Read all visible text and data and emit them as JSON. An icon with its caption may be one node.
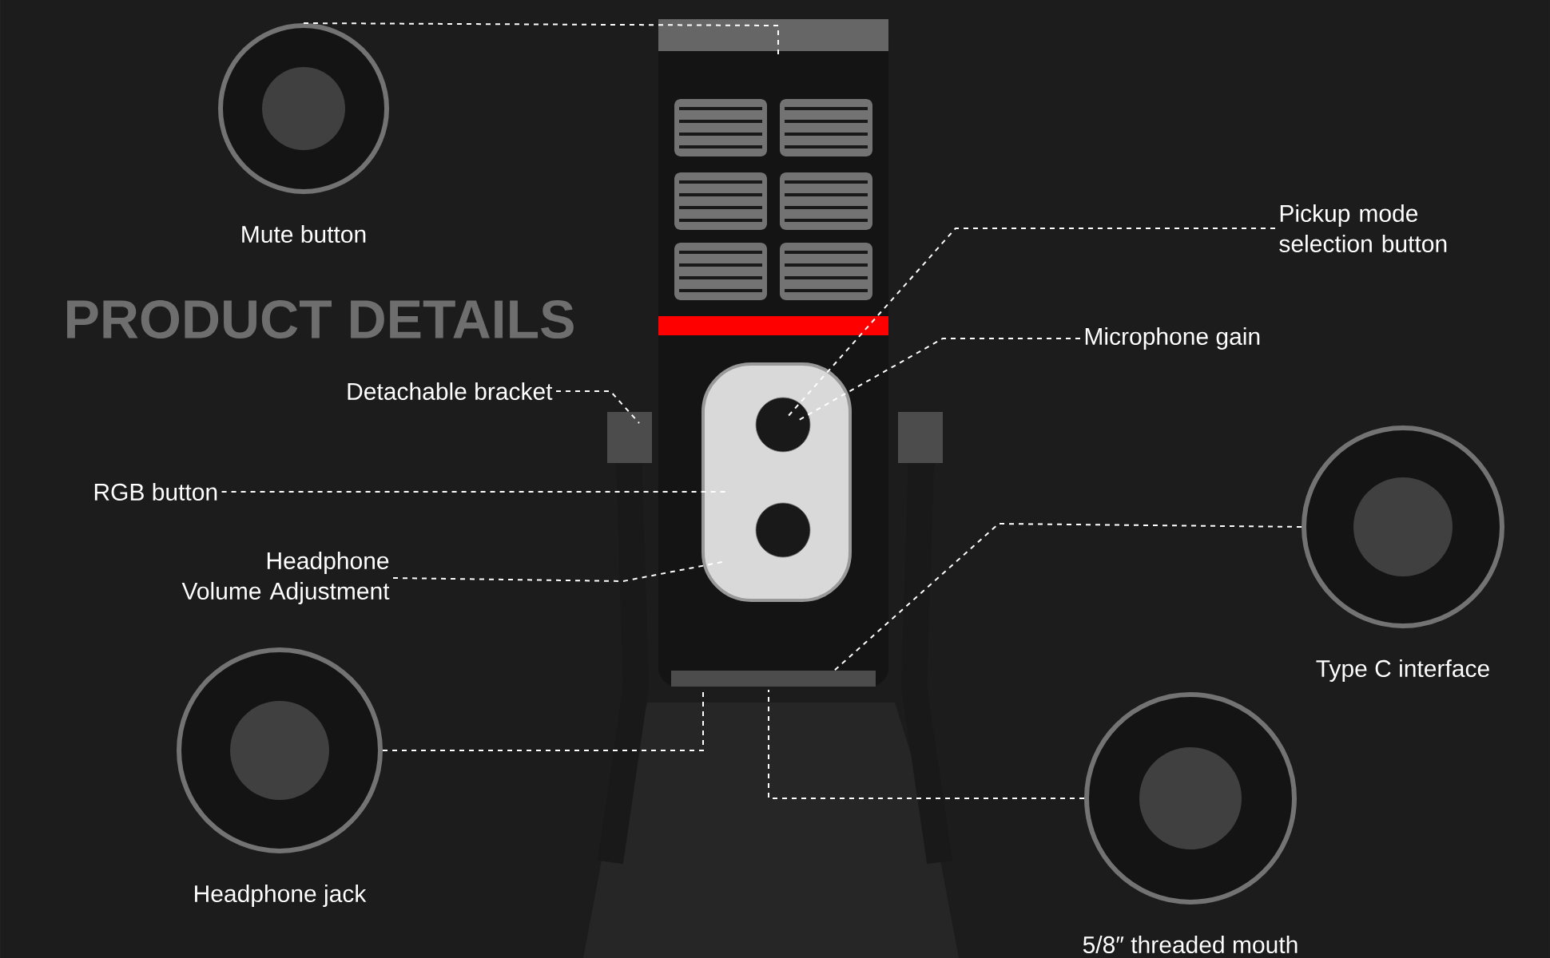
{
  "diagram": {
    "nodes": [
      {
        "text": [
          "Mute button"
        ]
      },
      {
        "text": [
          "Pickup mode selection button"
        ]
      },
      {
        "text": [
          "Microphone gain"
        ]
      },
      {
        "text": [
          "Detachable bracket"
        ]
      },
      {
        "text": [
          "RGB button"
        ]
      },
      {
        "text": [
          "Headphone Volume Adjustment"
        ]
      },
      {
        "text": [
          "Type C interface"
        ]
      },
      {
        "text": [
          "Headphone jack"
        ]
      },
      {
        "text": [
          "5/8″ threaded mouth"
        ]
      }
    ],
    "edges": [
      {
        "from": 0,
        "to": null,
        "arrow": "none",
        "style": "dashed"
      },
      {
        "from": 1,
        "to": null,
        "arrow": "none",
        "style": "dashed"
      },
      {
        "from": 2,
        "to": null,
        "arrow": "none",
        "style": "dashed"
      },
      {
        "from": 3,
        "to": null,
        "arrow": "none",
        "style": "dashed"
      },
      {
        "from": 4,
        "to": null,
        "arrow": "none",
        "style": "dashed"
      },
      {
        "from": 5,
        "to": null,
        "arrow": "none",
        "style": "dashed"
      },
      {
        "from": 6,
        "to": null,
        "arrow": "none",
        "style": "dashed"
      },
      {
        "from": 7,
        "to": null,
        "arrow": "none",
        "style": "dashed"
      },
      {
        "from": 8,
        "to": null,
        "arrow": "none",
        "style": "dashed"
      }
    ],
    "labels": [
      "PRODUCT DETAILS"
    ]
  }
}
